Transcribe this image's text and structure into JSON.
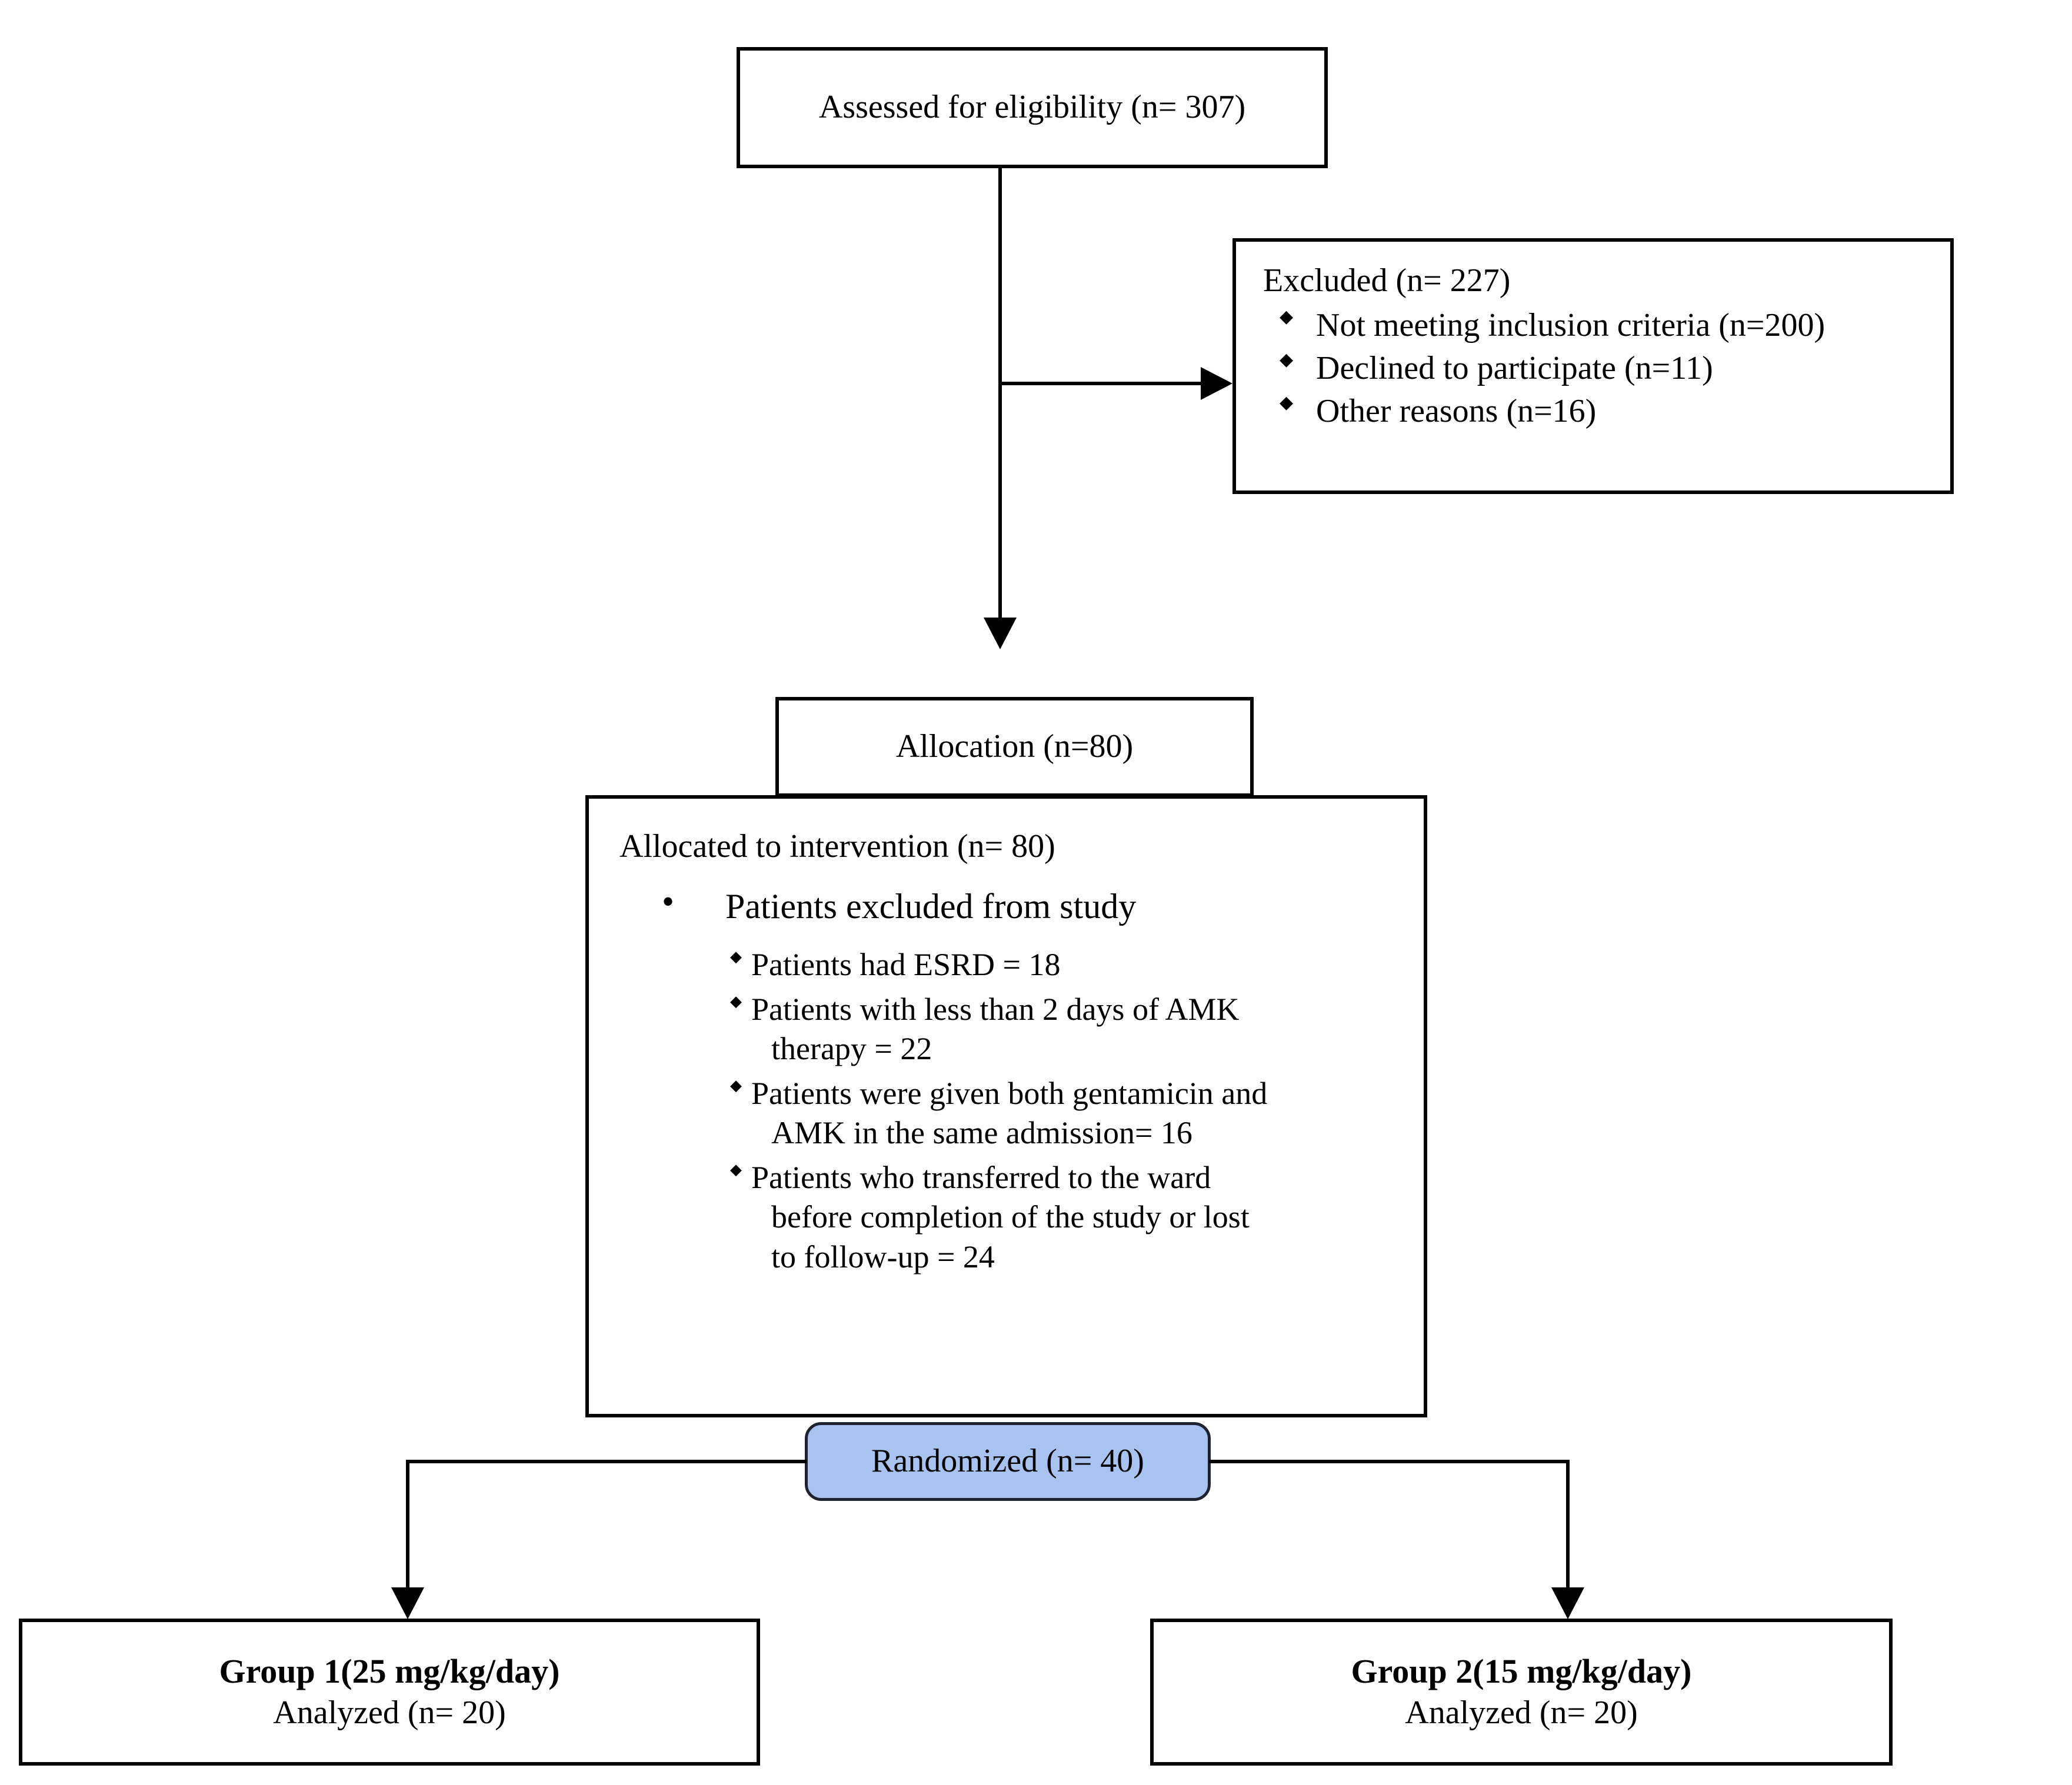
{
  "diagram": {
    "title": "CONSORT participant flow diagram",
    "accent_color": "#a8c3f0",
    "line_color": "#000000"
  },
  "nodes": {
    "assessed": {
      "label": "Assessed for eligibility (n= 307)"
    },
    "excluded": {
      "heading": "Excluded (n= 227)",
      "bullet_glyph": "◆",
      "reasons": [
        "Not meeting inclusion criteria (n=200)",
        "Declined to participate (n=11)",
        "Other reasons (n=16)"
      ]
    },
    "allocation_header": {
      "label": "Allocation (n=80)"
    },
    "intervention": {
      "lead": "Allocated to intervention (n= 80)",
      "bullet_glyph": "•",
      "sub_bullet_glyph": "◆",
      "main_bullet": "Patients excluded from study",
      "exclusions": [
        {
          "line1": "Patients had ESRD = 18",
          "line2": ""
        },
        {
          "line1": "Patients with less than 2 days of AMK",
          "line2": "therapy = 22"
        },
        {
          "line1": "Patients were given both gentamicin and",
          "line2": "AMK in the same admission= 16"
        },
        {
          "line1": "Patients who transferred to the ward",
          "line2": "before completion of the study or lost",
          "line3": "to follow-up = 24"
        }
      ]
    },
    "randomized": {
      "label": "Randomized (n= 40)"
    },
    "group1": {
      "title": "Group 1(25 mg/kg/day)",
      "analyzed": "Analyzed (n= 20)"
    },
    "group2": {
      "title": "Group 2(15 mg/kg/day)",
      "analyzed": "Analyzed (n= 20)"
    }
  }
}
